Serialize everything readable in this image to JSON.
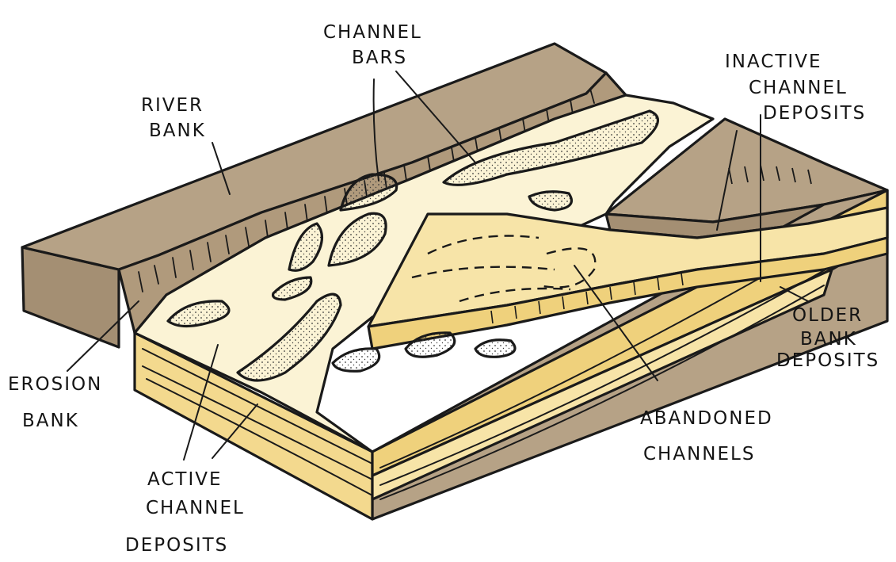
{
  "colors": {
    "bank": "#b6a286",
    "bank_dark": "#a48f73",
    "sand_light": "#fbf3d5",
    "sand_mid": "#f7e4a8",
    "sand_deep": "#efd17c",
    "bar": "#f4e8c6",
    "ink": "#1a1a1a"
  },
  "labels": {
    "channel_bars": [
      "CHANNEL",
      "BARS"
    ],
    "river_bank": [
      "RIVER",
      "BANK"
    ],
    "inactive_channel_deposits": [
      "INACTIVE",
      "CHANNEL",
      "DEPOSITS"
    ],
    "erosion_bank": [
      "EROSION",
      "BANK"
    ],
    "older_bank_deposits": [
      "OLDER",
      "BANK",
      "DEPOSITS"
    ],
    "abandoned_channels": [
      "ABANDONED",
      "CHANNELS"
    ],
    "active_channel_deposits": [
      "ACTIVE",
      "CHANNEL",
      "DEPOSITS"
    ]
  }
}
